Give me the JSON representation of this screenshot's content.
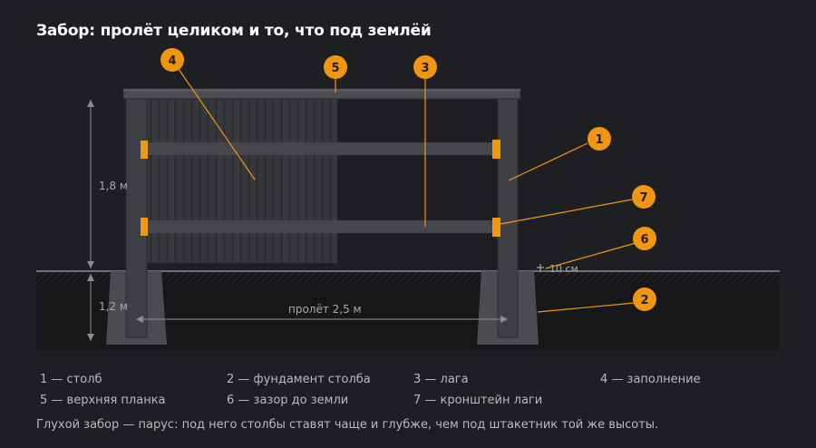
{
  "title": "Забор: пролёт целиком и то, что под землёй",
  "dimensions": {
    "height_above": "1,8 м",
    "depth_below": "1,2 м",
    "span": "пролёт 2,5 м",
    "gap": "10 см"
  },
  "callouts": [
    "1",
    "2",
    "3",
    "4",
    "5",
    "6",
    "7"
  ],
  "legend": [
    "1 — столб",
    "2 — фундамент столба",
    "3 — лага",
    "4 — заполнение",
    "5 — верхняя планка",
    "6 — зазор до земли",
    "7 — кронштейн лаги"
  ],
  "note": "Глухой забор — парус: под него столбы ставят чаще и глубже, чем под штакетник той же высоты.",
  "colors": {
    "accent": "#f2960f",
    "post": "#3d3f44",
    "rail": "#44464b",
    "panel": "#34363a",
    "ground": "#141517"
  }
}
